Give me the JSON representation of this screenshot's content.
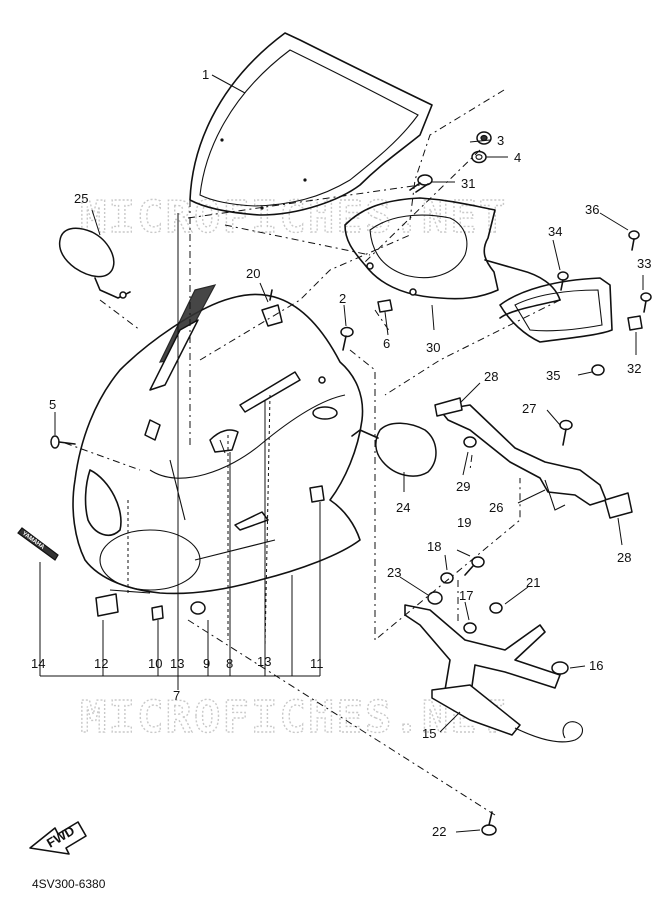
{
  "watermark": "MICROFICHES.NET",
  "catalog_code": "4SV300-6380",
  "fwd_label": "FWD",
  "emblem_text": "YAMAHA",
  "callouts": [
    {
      "id": "c1",
      "label": "1"
    },
    {
      "id": "c2",
      "label": "2"
    },
    {
      "id": "c3",
      "label": "3"
    },
    {
      "id": "c4",
      "label": "4"
    },
    {
      "id": "c5",
      "label": "5"
    },
    {
      "id": "c6",
      "label": "6"
    },
    {
      "id": "c7",
      "label": "7"
    },
    {
      "id": "c8",
      "label": "8"
    },
    {
      "id": "c9",
      "label": "9"
    },
    {
      "id": "c10",
      "label": "10"
    },
    {
      "id": "c11",
      "label": "11"
    },
    {
      "id": "c12",
      "label": "12"
    },
    {
      "id": "c13a",
      "label": "13"
    },
    {
      "id": "c13b",
      "label": "13"
    },
    {
      "id": "c14",
      "label": "14"
    },
    {
      "id": "c15",
      "label": "15"
    },
    {
      "id": "c16",
      "label": "16"
    },
    {
      "id": "c17",
      "label": "17"
    },
    {
      "id": "c18",
      "label": "18"
    },
    {
      "id": "c19",
      "label": "19"
    },
    {
      "id": "c20",
      "label": "20"
    },
    {
      "id": "c21",
      "label": "21"
    },
    {
      "id": "c22",
      "label": "22"
    },
    {
      "id": "c23",
      "label": "23"
    },
    {
      "id": "c24",
      "label": "24"
    },
    {
      "id": "c25",
      "label": "25"
    },
    {
      "id": "c26",
      "label": "26"
    },
    {
      "id": "c27",
      "label": "27"
    },
    {
      "id": "c28a",
      "label": "28"
    },
    {
      "id": "c28b",
      "label": "28"
    },
    {
      "id": "c29",
      "label": "29"
    },
    {
      "id": "c30",
      "label": "30"
    },
    {
      "id": "c31",
      "label": "31"
    },
    {
      "id": "c32",
      "label": "32"
    },
    {
      "id": "c33",
      "label": "33"
    },
    {
      "id": "c34",
      "label": "34"
    },
    {
      "id": "c35",
      "label": "35"
    },
    {
      "id": "c36",
      "label": "36"
    }
  ]
}
